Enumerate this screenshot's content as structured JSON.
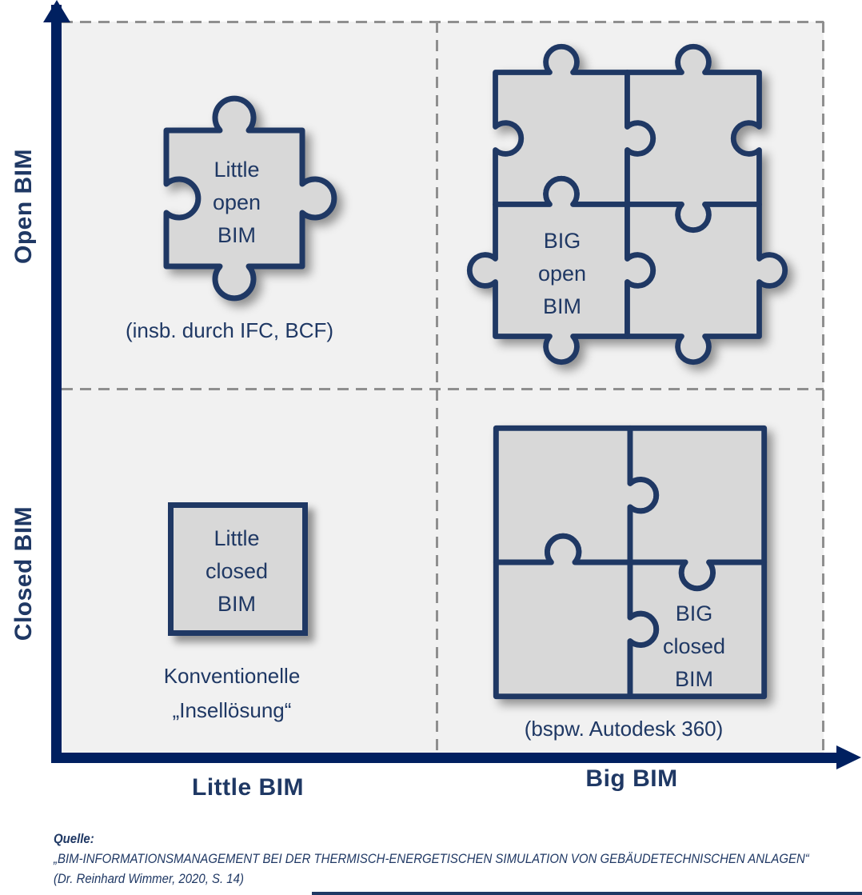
{
  "colors": {
    "navy_text": "#1F3864",
    "navy_axis": "#002060",
    "quadrant_background": "#F1F1F1",
    "piece_fill": "#D8D8D8",
    "dashed_line_gray": "#8F8F8F"
  },
  "y_axis": {
    "top_label": "Open BIM",
    "bottom_label": "Closed BIM"
  },
  "x_axis": {
    "left_label": "Little BIM",
    "right_label": "Big BIM"
  },
  "quadrants": {
    "little_open": {
      "piece_label": "Little\nopen\nBIM",
      "caption": "(insb. durch IFC, BCF)"
    },
    "big_open": {
      "piece_label": "BIG\nopen\nBIM"
    },
    "little_closed": {
      "piece_label": "Little\nclosed\nBIM",
      "caption": "Konventionelle\n„Insellösung“"
    },
    "big_closed": {
      "piece_label": "BIG\nclosed\nBIM",
      "caption": "(bspw. Autodesk 360)"
    }
  },
  "source": {
    "label": "Quelle:",
    "title": "„BIM-INFORMATIONSMANAGEMENT BEI DER THERMISCH-ENERGETISCHEN SIMULATION VON GEBÄUDETECHNISCHEN ANLAGEN“",
    "citation": "(Dr. Reinhard Wimmer, 2020, S. 14)"
  }
}
